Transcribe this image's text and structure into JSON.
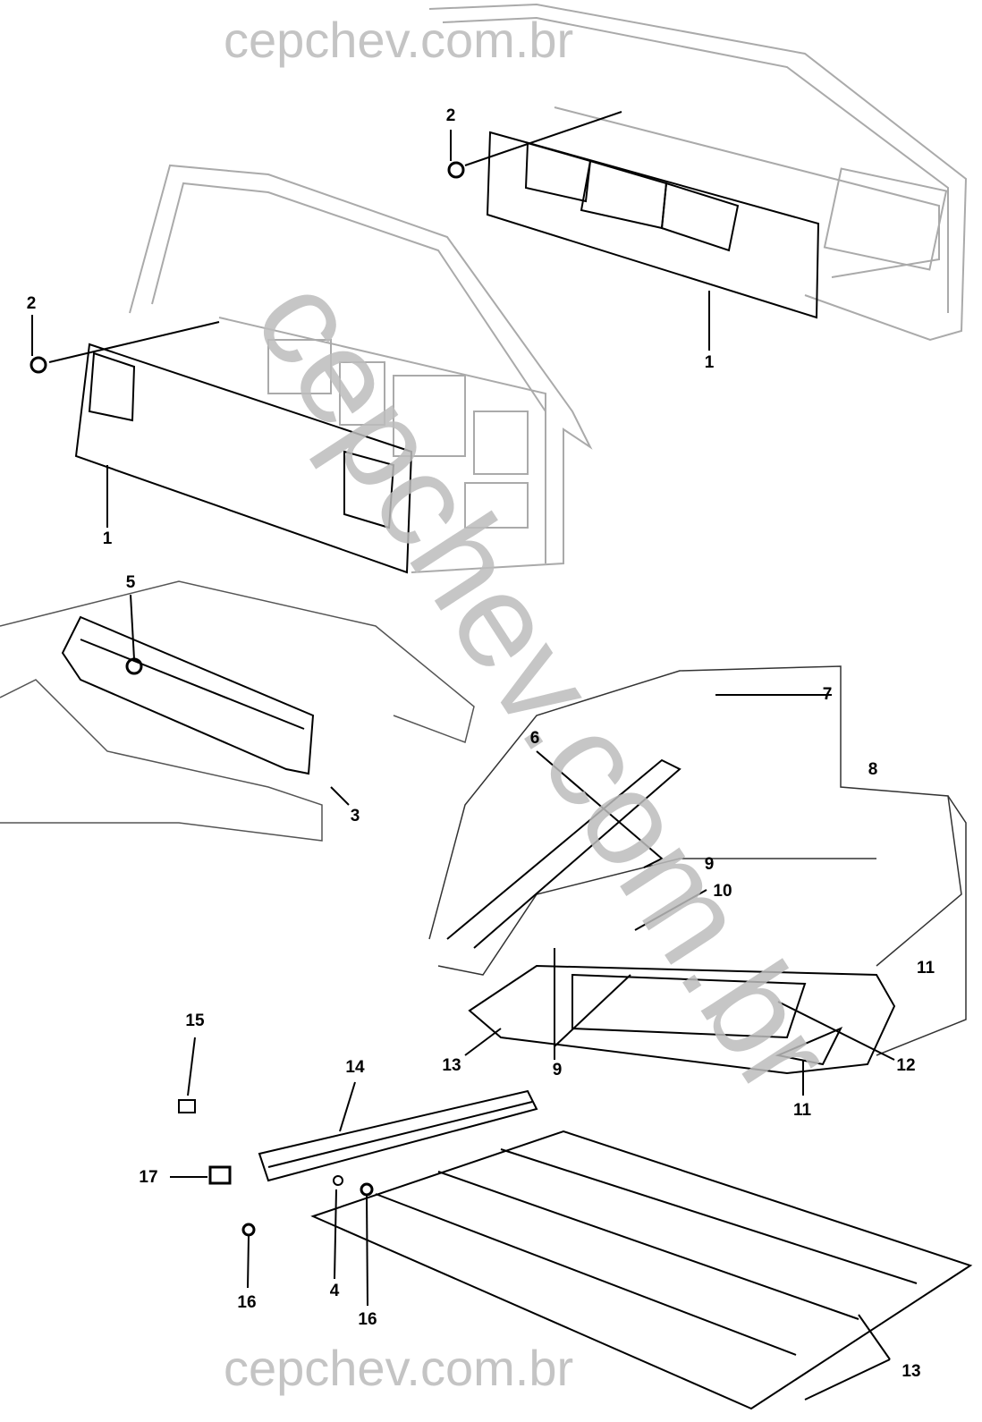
{
  "watermark": {
    "top": "cepchev.com.br",
    "diagonal": "cepchev.com.br",
    "bottom": "cepchev.com.br"
  },
  "callouts": [
    {
      "id": "2-upper",
      "text": "2"
    },
    {
      "id": "2-left",
      "text": "2"
    },
    {
      "id": "1-upper",
      "text": "1"
    },
    {
      "id": "1-left",
      "text": "1"
    },
    {
      "id": "5",
      "text": "5"
    },
    {
      "id": "3",
      "text": "3"
    },
    {
      "id": "6",
      "text": "6"
    },
    {
      "id": "7",
      "text": "7"
    },
    {
      "id": "8",
      "text": "8"
    },
    {
      "id": "9-upper",
      "text": "9"
    },
    {
      "id": "10",
      "text": "10"
    },
    {
      "id": "11-right",
      "text": "11"
    },
    {
      "id": "13-floor",
      "text": "13"
    },
    {
      "id": "9-lower",
      "text": "9"
    },
    {
      "id": "12",
      "text": "12"
    },
    {
      "id": "11-lower",
      "text": "11"
    },
    {
      "id": "15",
      "text": "15"
    },
    {
      "id": "14",
      "text": "14"
    },
    {
      "id": "17",
      "text": "17"
    },
    {
      "id": "4",
      "text": "4"
    },
    {
      "id": "16-left",
      "text": "16"
    },
    {
      "id": "16-right",
      "text": "16"
    },
    {
      "id": "13-cover",
      "text": "13"
    }
  ]
}
